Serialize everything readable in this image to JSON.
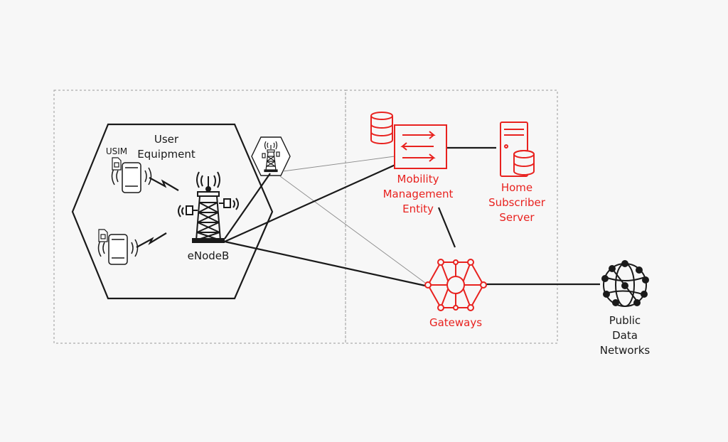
{
  "labels": {
    "user_equipment": [
      "User",
      "Equipment"
    ],
    "usim": "USIM",
    "enodeb": "eNodeB",
    "mme": [
      "Mobility",
      "Management",
      "Entity"
    ],
    "hss": [
      "Home",
      "Subscriber",
      "Server"
    ],
    "gateways": "Gateways",
    "pdn": [
      "Public",
      "Data",
      "Networks"
    ]
  },
  "colors": {
    "background": "#f7f7f7",
    "ink": "#1a1a1a",
    "accent_red": "#e8221f",
    "dashed_border": "#9a9a9a"
  },
  "icons": {
    "ue_phone_1": "smartphone-vibrating-icon",
    "ue_phone_2": "smartphone-vibrating-icon",
    "usim": "sim-card-icon",
    "enodeb": "cell-tower-icon",
    "small_cell": "cell-tower-icon",
    "mme": "database-switch-icon",
    "hss": "server-database-icon",
    "gateways": "network-hub-icon",
    "pdn": "globe-network-icon"
  }
}
